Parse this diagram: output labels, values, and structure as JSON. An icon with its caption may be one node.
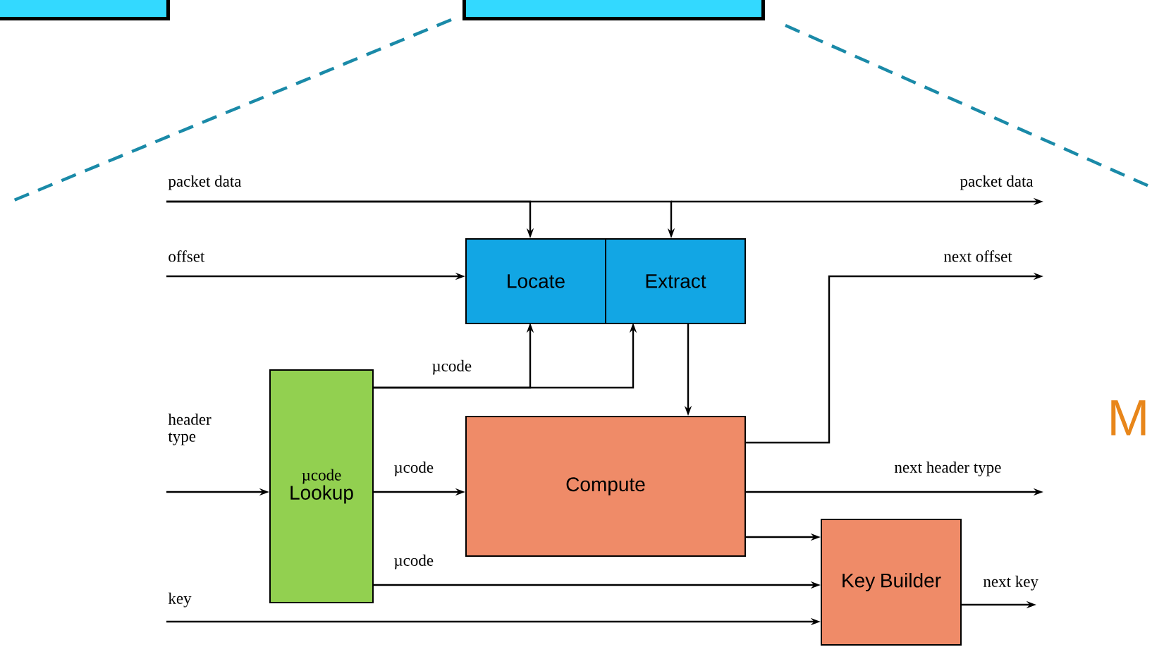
{
  "diagram": {
    "nodes": [
      {
        "text": [],
        "shape": "box"
      },
      {
        "text": [],
        "shape": "box"
      },
      {
        "text": [
          "Locate"
        ]
      },
      {
        "text": [
          "Extract"
        ]
      },
      {
        "text": [
          "µcode",
          "Lookup"
        ]
      },
      {
        "text": [
          "Compute"
        ]
      },
      {
        "text": [
          "Key Builder"
        ]
      }
    ],
    "edges": [
      {
        "from": null,
        "to": 2,
        "arrow": "to"
      },
      {
        "from": null,
        "to": 3,
        "arrow": "to"
      },
      {
        "from": null,
        "to": 2,
        "arrow": "to",
        "label": "offset"
      },
      {
        "from": 3,
        "to": 5,
        "arrow": "to"
      },
      {
        "from": 4,
        "to": 2,
        "arrow": "to",
        "label": "µcode"
      },
      {
        "from": 4,
        "to": 3,
        "arrow": "to"
      },
      {
        "from": null,
        "to": 4,
        "arrow": "to",
        "label": "header type"
      },
      {
        "from": 4,
        "to": 5,
        "arrow": "to",
        "label": "µcode"
      },
      {
        "from": 5,
        "to": null,
        "arrow": "to",
        "label": "next offset"
      },
      {
        "from": 5,
        "to": null,
        "arrow": "to",
        "label": "next header type"
      },
      {
        "from": 5,
        "to": 6,
        "arrow": "to"
      },
      {
        "from": 4,
        "to": 6,
        "arrow": "to",
        "label": "µcode"
      },
      {
        "from": null,
        "to": 6,
        "arrow": "to",
        "label": "key"
      },
      {
        "from": 6,
        "to": null,
        "arrow": "to",
        "label": "next key"
      }
    ],
    "labels": [
      "packet data",
      "packet data",
      "M"
    ]
  }
}
